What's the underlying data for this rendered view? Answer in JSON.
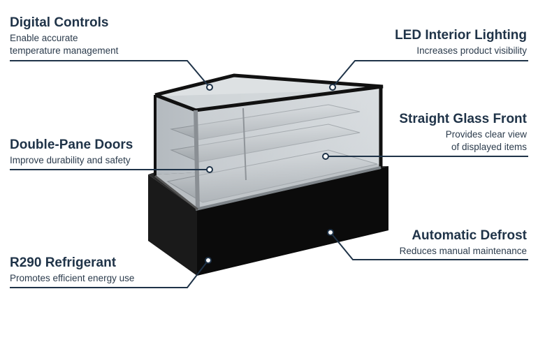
{
  "features": {
    "digital_controls": {
      "title": "Digital Controls",
      "desc_line1": "Enable accurate",
      "desc_line2": "temperature management"
    },
    "led_lighting": {
      "title": "LED Interior Lighting",
      "desc": "Increases product visibility"
    },
    "straight_glass": {
      "title": "Straight Glass Front",
      "desc_line1": "Provides clear view",
      "desc_line2": "of displayed items"
    },
    "double_pane": {
      "title": "Double-Pane Doors",
      "desc": "Improve durability and safety"
    },
    "auto_defrost": {
      "title": "Automatic Defrost",
      "desc": "Reduces manual maintenance"
    },
    "refrigerant": {
      "title": "R290 Refrigerant",
      "desc": "Promotes efficient energy use"
    }
  },
  "colors": {
    "text": "#1f3348",
    "line": "#1f3348",
    "cabinet": "#0d0d0d",
    "glass": "#c9ced2"
  }
}
